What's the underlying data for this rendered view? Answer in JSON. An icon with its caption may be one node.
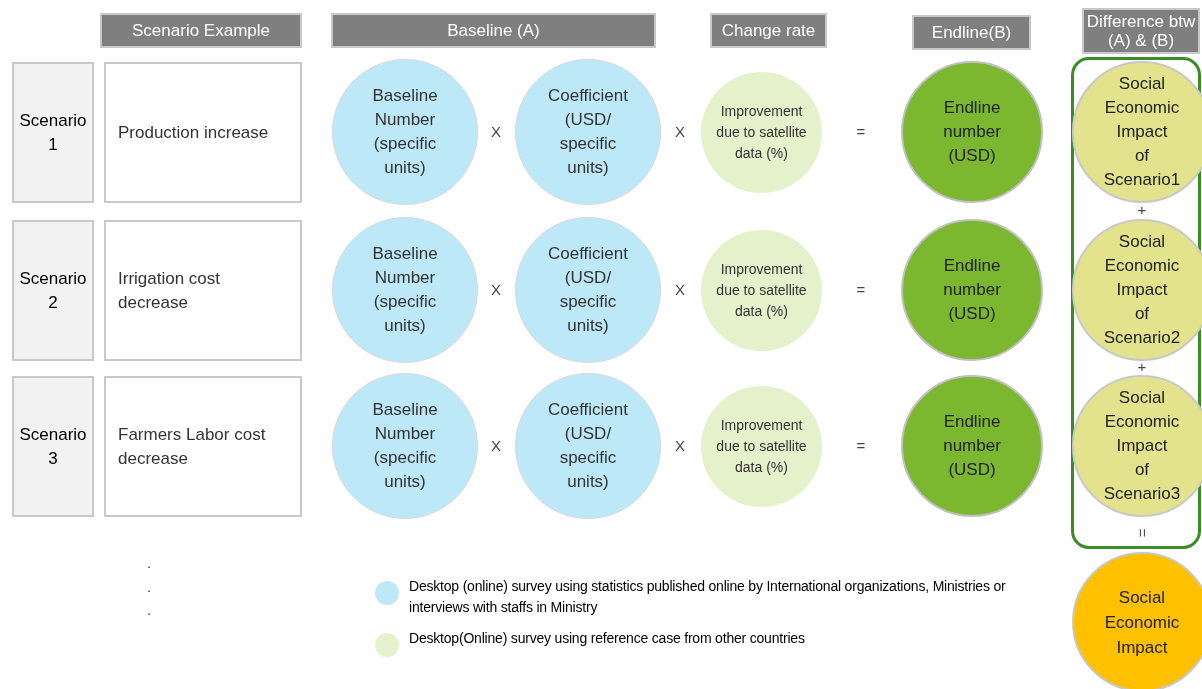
{
  "diagram": {
    "nodes": [
      {
        "text": [
          "Scenario Example"
        ]
      },
      {
        "text": [
          "Baseline (A)"
        ]
      },
      {
        "text": [
          "Change rate"
        ]
      },
      {
        "text": [
          "Endline(B)"
        ]
      },
      {
        "text": [
          "Difference btw (A) & (B)"
        ]
      },
      {
        "text": [
          "Scenario 1"
        ]
      },
      {
        "text": [
          "Production increase"
        ]
      },
      {
        "text": [
          "Baseline Number (specific units)"
        ]
      },
      {
        "text": [
          "Coefficient (USD/ specific units)"
        ]
      },
      {
        "text": [
          "Improvement due to satellite data (%)"
        ]
      },
      {
        "text": [
          "Endline number (USD)"
        ]
      },
      {
        "text": [
          "Scenario 2"
        ]
      },
      {
        "text": [
          "Irrigation cost decrease"
        ]
      },
      {
        "text": [
          "Baseline Number (specific units)"
        ]
      },
      {
        "text": [
          "Coefficient (USD/ specific units)"
        ]
      },
      {
        "text": [
          "Improvement due to satellite data (%)"
        ]
      },
      {
        "text": [
          "Endline number (USD)"
        ]
      },
      {
        "text": [
          "Scenario 3"
        ]
      },
      {
        "text": [
          "Farmers Labor cost decrease"
        ]
      },
      {
        "text": [
          "Baseline Number (specific units)"
        ]
      },
      {
        "text": [
          "Coefficient (USD/ specific units)"
        ]
      },
      {
        "text": [
          "Improvement due to satellite data (%)"
        ]
      },
      {
        "text": [
          "Endline number (USD)"
        ]
      },
      {
        "text": [],
        "shape": "box"
      },
      {
        "text": [
          "Social Economic Impact of Scenario1"
        ],
        "in": 23
      },
      {
        "text": [
          "Social Economic Impact of Scenario2"
        ],
        "in": 23
      },
      {
        "text": [
          "Social Economic Impact of Scenario3"
        ],
        "in": 23
      },
      {
        "text": [
          "Social Economic Impact"
        ]
      }
    ],
    "edges": [],
    "labels": [
      "X",
      "X",
      "=",
      "+",
      "X",
      "X",
      "=",
      "+",
      "X",
      "X",
      "=",
      "=",
      ".",
      ".",
      "."
    ],
    "legend": [
      {
        "text": "Desktop (online) survey using statistics published online by International organizations, Ministries or interviews with staffs in Ministry",
        "color": "#bde8f8"
      },
      {
        "text": "Desktop(Online) survey using reference case from other countries",
        "color": "#e5f1cb"
      }
    ]
  }
}
